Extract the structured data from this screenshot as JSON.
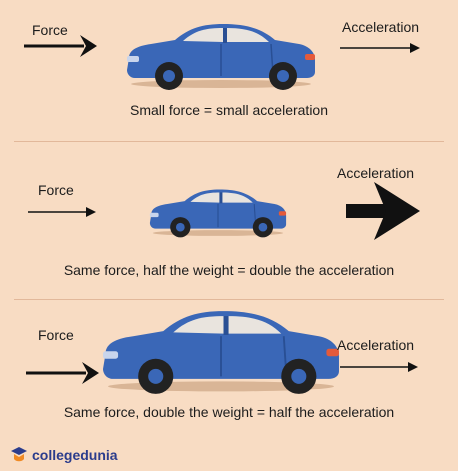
{
  "panels": [
    {
      "force_label": "Force",
      "acceleration_label": "Acceleration",
      "caption": "Small force = small acceleration"
    },
    {
      "force_label": "Force",
      "acceleration_label": "Acceleration",
      "caption": "Same force, half the weight = double the acceleration"
    },
    {
      "force_label": "Force",
      "acceleration_label": "Acceleration",
      "caption": "Same force, double the weight = half the acceleration"
    }
  ],
  "logo": {
    "text": "collegedunia",
    "icon": "collegedunia-logo-icon"
  },
  "colors": {
    "background": "#f8dcc3",
    "car_body": "#3a67b7",
    "car_dark": "#294f94",
    "arrow": "#111111",
    "logo": "#2b3c8c"
  }
}
